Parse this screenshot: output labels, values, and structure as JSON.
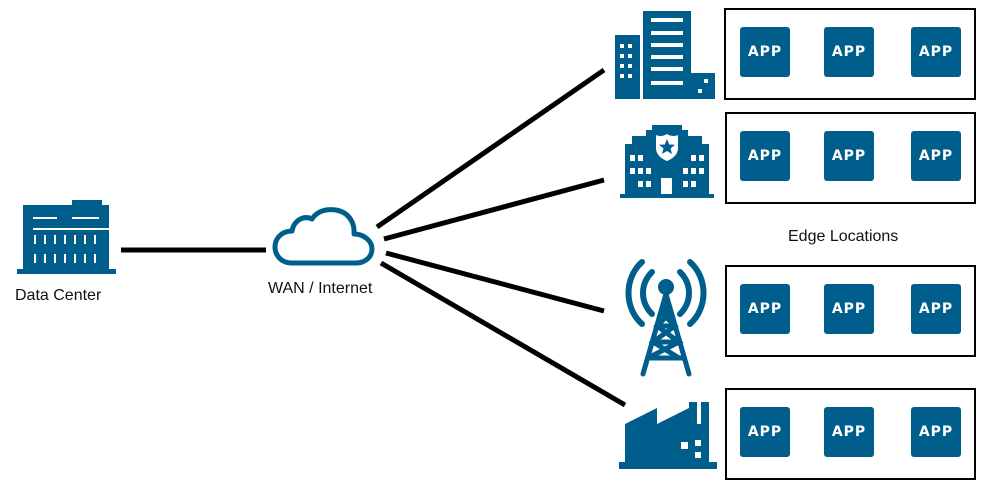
{
  "colors": {
    "icon": "#005e8c",
    "line": "#000000",
    "box_border": "#000000",
    "app_tile": "#005e8c",
    "app_text": "#ffffff"
  },
  "nodes": {
    "data_center": {
      "label": "Data Center",
      "icon": "data-center-icon"
    },
    "wan": {
      "label": "WAN / Internet",
      "icon": "cloud-icon"
    },
    "edge_group_label": "Edge Locations"
  },
  "edge_locations": [
    {
      "name": "office",
      "icon": "office-building-icon",
      "apps": [
        "APP",
        "APP",
        "APP"
      ]
    },
    {
      "name": "police-station",
      "icon": "police-station-icon",
      "apps": [
        "APP",
        "APP",
        "APP"
      ]
    },
    {
      "name": "cell-tower",
      "icon": "cell-tower-icon",
      "apps": [
        "APP",
        "APP",
        "APP"
      ]
    },
    {
      "name": "factory",
      "icon": "factory-icon",
      "apps": [
        "APP",
        "APP",
        "APP"
      ]
    }
  ],
  "connections": [
    {
      "from": "data_center",
      "to": "wan"
    },
    {
      "from": "wan",
      "to": "office"
    },
    {
      "from": "wan",
      "to": "police-station"
    },
    {
      "from": "wan",
      "to": "cell-tower"
    },
    {
      "from": "wan",
      "to": "factory"
    }
  ]
}
